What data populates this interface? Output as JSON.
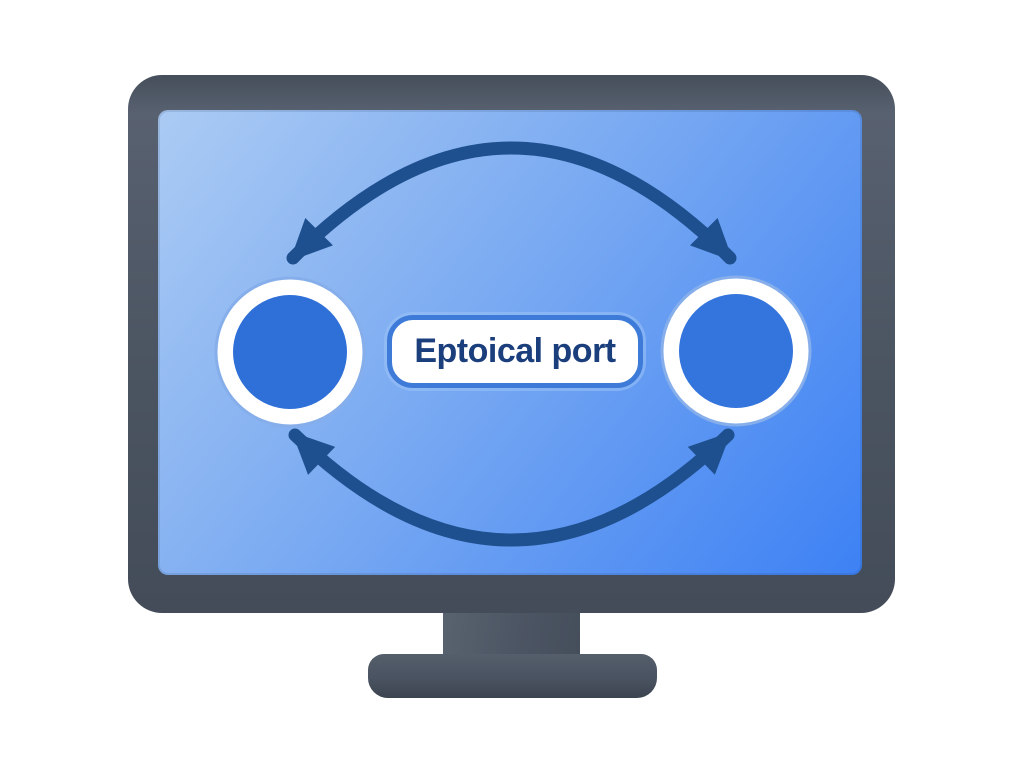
{
  "diagram": {
    "label": "Eptoical port",
    "nodes": [
      {
        "id": "left-node",
        "shape": "circle"
      },
      {
        "id": "right-node",
        "shape": "circle"
      }
    ],
    "arrows": [
      {
        "id": "top-arc",
        "heads": "both",
        "curve": "over the label",
        "connects": [
          "left-node",
          "right-node"
        ]
      },
      {
        "id": "bottom-arc",
        "heads": "both",
        "curve": "under the label",
        "connects": [
          "left-node",
          "right-node"
        ]
      }
    ],
    "colors": {
      "page_background": "#ffffff",
      "bezel": "#4b5461",
      "stand": "#4a5361",
      "screen_gradient_start": "#abcbf3",
      "screen_gradient_end": "#3d81f4",
      "arrow": "#1e4f8e",
      "node_fill": "#2f70d9",
      "node_ring": "#ffffff",
      "node_halo": "#86aeea",
      "label_background": "#ffffff",
      "label_border": "#3e7bd9",
      "label_text": "#1b3f7d"
    }
  }
}
